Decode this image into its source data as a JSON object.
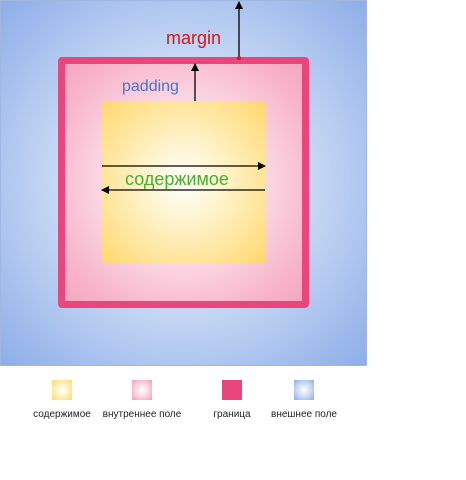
{
  "labels": {
    "margin": "margin",
    "padding": "padding",
    "content": "содержимое"
  },
  "legend": [
    {
      "label": "содержимое",
      "icon": "content-swatch"
    },
    {
      "label": "внутреннее поле",
      "icon": "padding-swatch"
    },
    {
      "label": "граница",
      "icon": "border-swatch"
    },
    {
      "label": "внешнее поле",
      "icon": "margin-swatch"
    }
  ],
  "colors": {
    "margin_label": "#cc1a1a",
    "padding_label": "#4a73c8",
    "content_label": "#44b028",
    "border": "#e8467d",
    "content_fill": "#fed66e",
    "padding_fill": "#f5a6c1",
    "margin_fill": "#8eaee8"
  }
}
